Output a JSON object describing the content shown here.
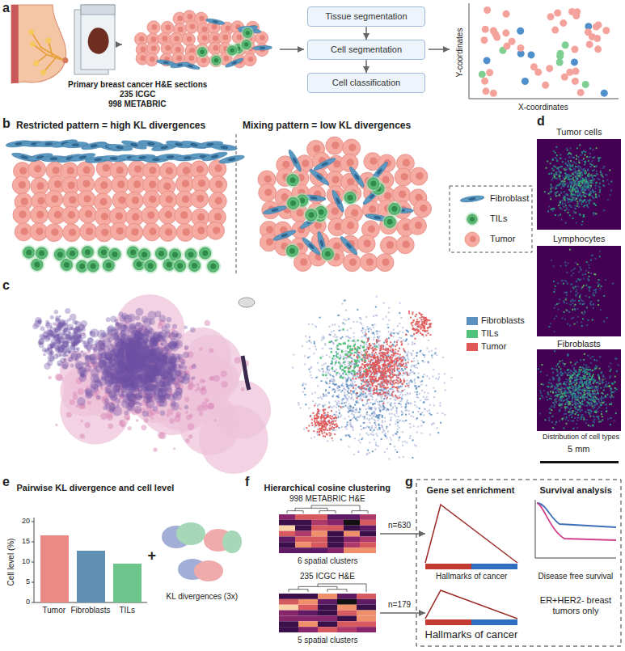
{
  "diagram": {
    "nodes": [
      {
        "text": [
          "Tissue segmentation"
        ]
      },
      {
        "text": [
          "Cell segmentation"
        ]
      },
      {
        "text": [
          "Cell classification"
        ]
      }
    ],
    "edges": [
      {
        "from": 0,
        "to": 1,
        "arrow": "to"
      },
      {
        "from": 1,
        "to": 2,
        "arrow": "to"
      }
    ],
    "labels": [
      "a",
      "Primary breast cancer H&E sections",
      "235 ICGC",
      "998 METABRIC",
      "Y-coordinates",
      "X-coordinates",
      "b",
      "Restricted pattern = high KL divergences",
      "Mixing pattern = low KL divergences",
      "c",
      "5 mm",
      "d",
      "Tumor cells",
      "Lymphocytes",
      "Fibroblasts",
      "Distribution of cell types",
      "e",
      "Pairwise KL divergence and cell level",
      "Cell level (%)",
      "20",
      "15",
      "10",
      "5",
      "0",
      "Tumor",
      "Fibroblasts",
      "TILs",
      "+",
      "KL divergences (3x)",
      "f",
      "Hierarchical cosine clustering",
      "998 METABRIC H&E",
      "6 spatial clusters",
      "235 ICGC H&E",
      "5 spatial clusters",
      "n=630",
      "n=179",
      "g",
      "Gene set enrichment",
      "Survival analysis",
      "Hallmarks of cancer",
      "Disease free survival",
      "ER+HER2- breast tumors only",
      "Hallmarks of cancer"
    ],
    "legend": [
      {
        "text": "Fibroblast"
      },
      {
        "text": "TILs"
      },
      {
        "text": "Tumor"
      },
      {
        "text": "Fibroblasts",
        "color": "#5b8fbf"
      },
      {
        "text": "TILs",
        "color": "#4fc27a"
      },
      {
        "text": "Tumor",
        "color": "#e05656"
      }
    ]
  }
}
